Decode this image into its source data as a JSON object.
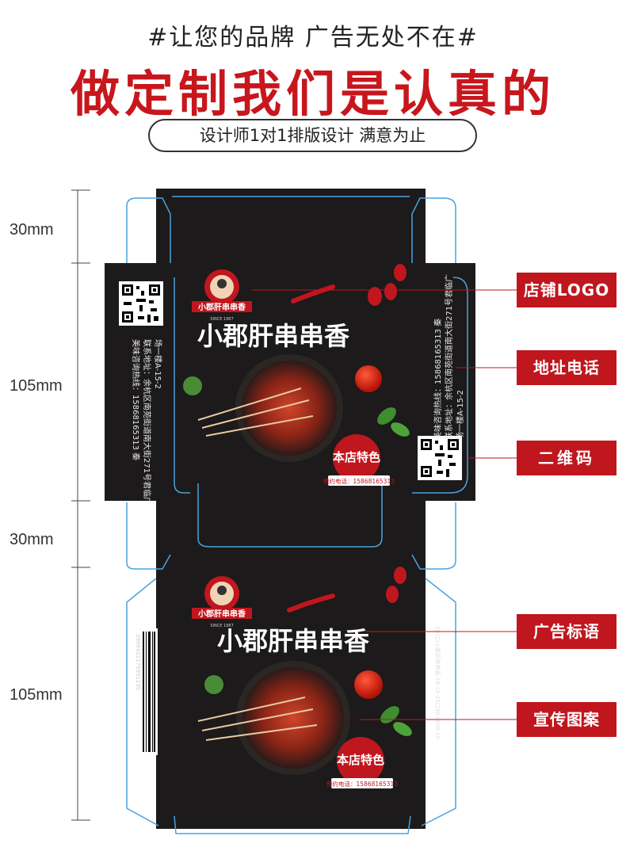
{
  "header": {
    "line1": "#让您的品牌 广告无处不在#",
    "line2": "做定制我们是认真的",
    "pill": "设计师1对1排版设计 满意为止"
  },
  "dimensions": [
    "30mm",
    "105mm",
    "30mm",
    "105mm"
  ],
  "labels": {
    "logo": "店铺LOGO",
    "address_phone": "地址电话",
    "qr": "二维码",
    "slogan": "广告标语",
    "pattern": "宣传图案"
  },
  "box": {
    "brand_badge": "小郡肝串串香",
    "since": "SINCE 1987",
    "title": "小郡肝串串香",
    "stamp": "本店特色",
    "phone_tag": "预约电话：15868165313",
    "side_text_1": "美味咨询热线：15868165313 秦",
    "side_text_2": "联系地址：余杭区南苑街道南大街271号君临广",
    "side_text_3": "场一楼A-15-2",
    "barcode_number": "3996422175991235",
    "side_code": "101口小郡肝串串香-18-12-25口30×500-10"
  },
  "colors": {
    "accent": "#c0161e",
    "headline": "#c8161d",
    "box_bg": "#1c1a1a",
    "dieline": "#4aa3e0"
  }
}
